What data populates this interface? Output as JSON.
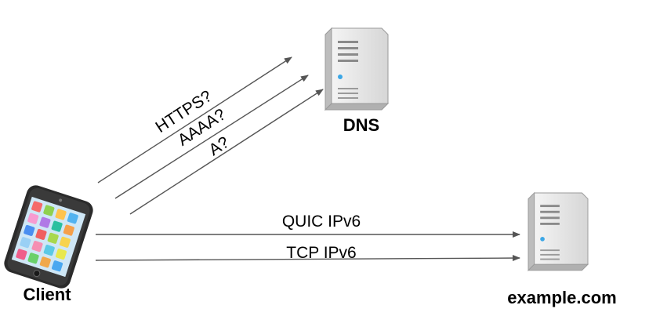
{
  "nodes": {
    "dns": {
      "label": "DNS"
    },
    "client": {
      "label": "Client"
    },
    "target": {
      "label": "example.com"
    }
  },
  "queries": {
    "https": "HTTPS?",
    "aaaa": "AAAA?",
    "a": "A?"
  },
  "connections": {
    "quic": "QUIC IPv6",
    "tcp": "TCP IPv6"
  },
  "colors": {
    "arrow": "#555555",
    "server_body": "#e9e9e9",
    "phone_body": "#2b2b2b"
  }
}
